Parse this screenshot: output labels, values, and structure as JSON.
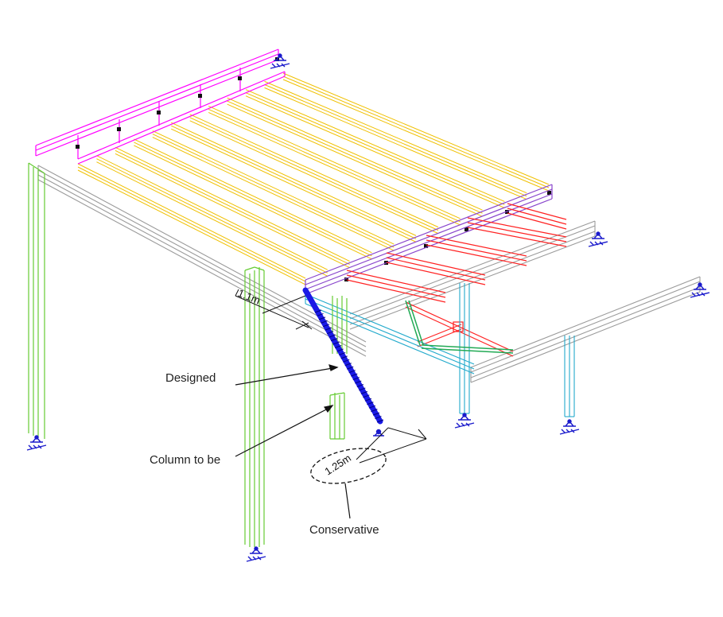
{
  "annotations": {
    "designed": "Designed",
    "column_to_be": "Column to be",
    "conservative": "Conservative"
  },
  "dimensions": {
    "upper": "1.1m",
    "lower": "1.25m"
  },
  "member_colors": {
    "roof_beams": "#f0c000",
    "edge_beam": "#ff00ff",
    "main_beam": "#9a9a9a",
    "columns": "#66cc33",
    "purple_beam": "#8844cc",
    "red_joists": "#ff2222",
    "cyan_members": "#22aacc",
    "green_brace": "#22aa55",
    "designed_strut": "#1a1ae6",
    "supports": "#1a1acc",
    "callout_lines": "#111111"
  }
}
